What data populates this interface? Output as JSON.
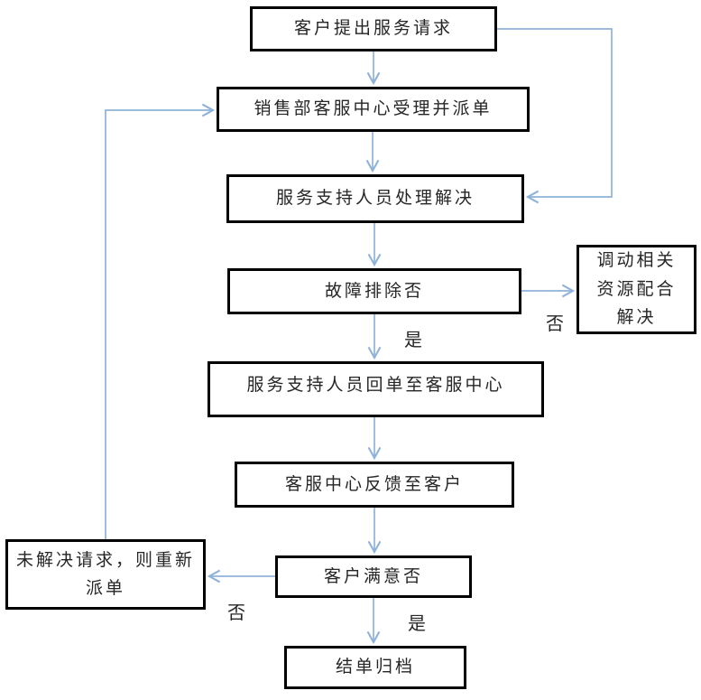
{
  "diagram": {
    "type": "flowchart",
    "colors": {
      "box_border": "#000000",
      "box_fill": "#ffffff",
      "connector": "#8fb2da",
      "text": "#262626",
      "background": "#ffffff"
    },
    "nodes": [
      {
        "id": "request",
        "label": "客户提出服务请求"
      },
      {
        "id": "dispatch",
        "label": "销售部客服中心受理并派单"
      },
      {
        "id": "handle",
        "label": "服务支持人员处理解决"
      },
      {
        "id": "fault-check",
        "label": "故障排除否"
      },
      {
        "id": "resources",
        "label": "调动相关\n资源配合\n解决"
      },
      {
        "id": "return-order",
        "label": "服务支持人员回单至客服中心"
      },
      {
        "id": "feedback",
        "label": "客服中心反馈至客户"
      },
      {
        "id": "redispatch",
        "label": "未解决请求，则重新\n派单"
      },
      {
        "id": "satisfied-check",
        "label": "客户满意否"
      },
      {
        "id": "archive",
        "label": "结单归档"
      }
    ],
    "edges": [
      {
        "from": "request",
        "to": "dispatch",
        "label": ""
      },
      {
        "from": "request",
        "to": "handle",
        "label": ""
      },
      {
        "from": "dispatch",
        "to": "handle",
        "label": ""
      },
      {
        "from": "handle",
        "to": "fault-check",
        "label": ""
      },
      {
        "from": "fault-check",
        "to": "resources",
        "label": "否"
      },
      {
        "from": "fault-check",
        "to": "return-order",
        "label": "是"
      },
      {
        "from": "return-order",
        "to": "feedback",
        "label": ""
      },
      {
        "from": "feedback",
        "to": "satisfied-check",
        "label": ""
      },
      {
        "from": "satisfied-check",
        "to": "redispatch",
        "label": "否"
      },
      {
        "from": "satisfied-check",
        "to": "archive",
        "label": "是"
      },
      {
        "from": "redispatch",
        "to": "dispatch",
        "label": ""
      }
    ]
  }
}
